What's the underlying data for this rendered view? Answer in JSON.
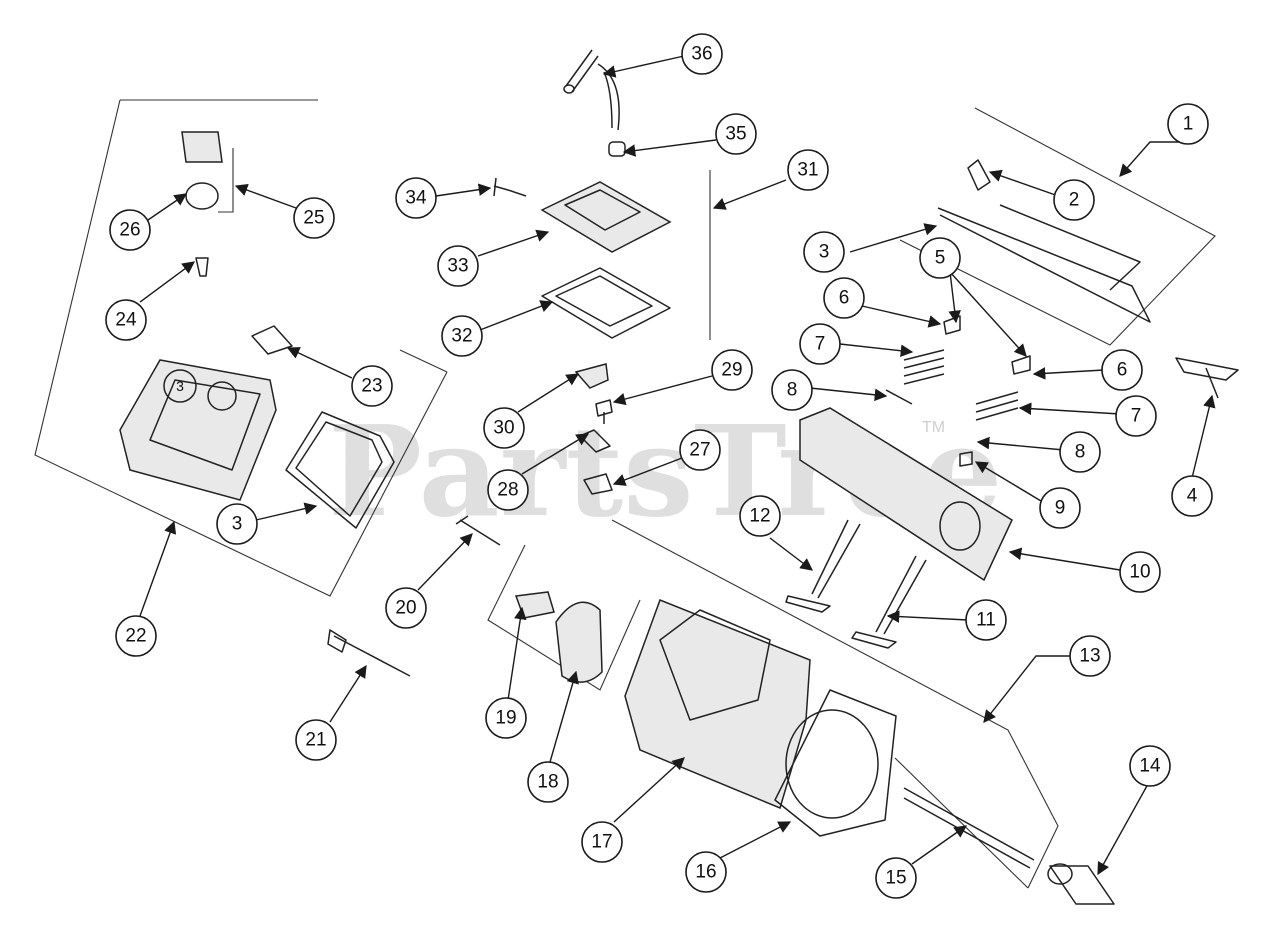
{
  "watermark": {
    "text": "PartsTree",
    "trademark": "TM"
  },
  "callouts": [
    "1",
    "2",
    "3",
    "3",
    "3",
    "4",
    "5",
    "6",
    "6",
    "7",
    "7",
    "8",
    "8",
    "9",
    "10",
    "11",
    "12",
    "13",
    "14",
    "15",
    "16",
    "17",
    "18",
    "19",
    "20",
    "21",
    "22",
    "23",
    "24",
    "25",
    "26",
    "27",
    "28",
    "29",
    "30",
    "31",
    "32",
    "33",
    "34",
    "35",
    "36"
  ]
}
